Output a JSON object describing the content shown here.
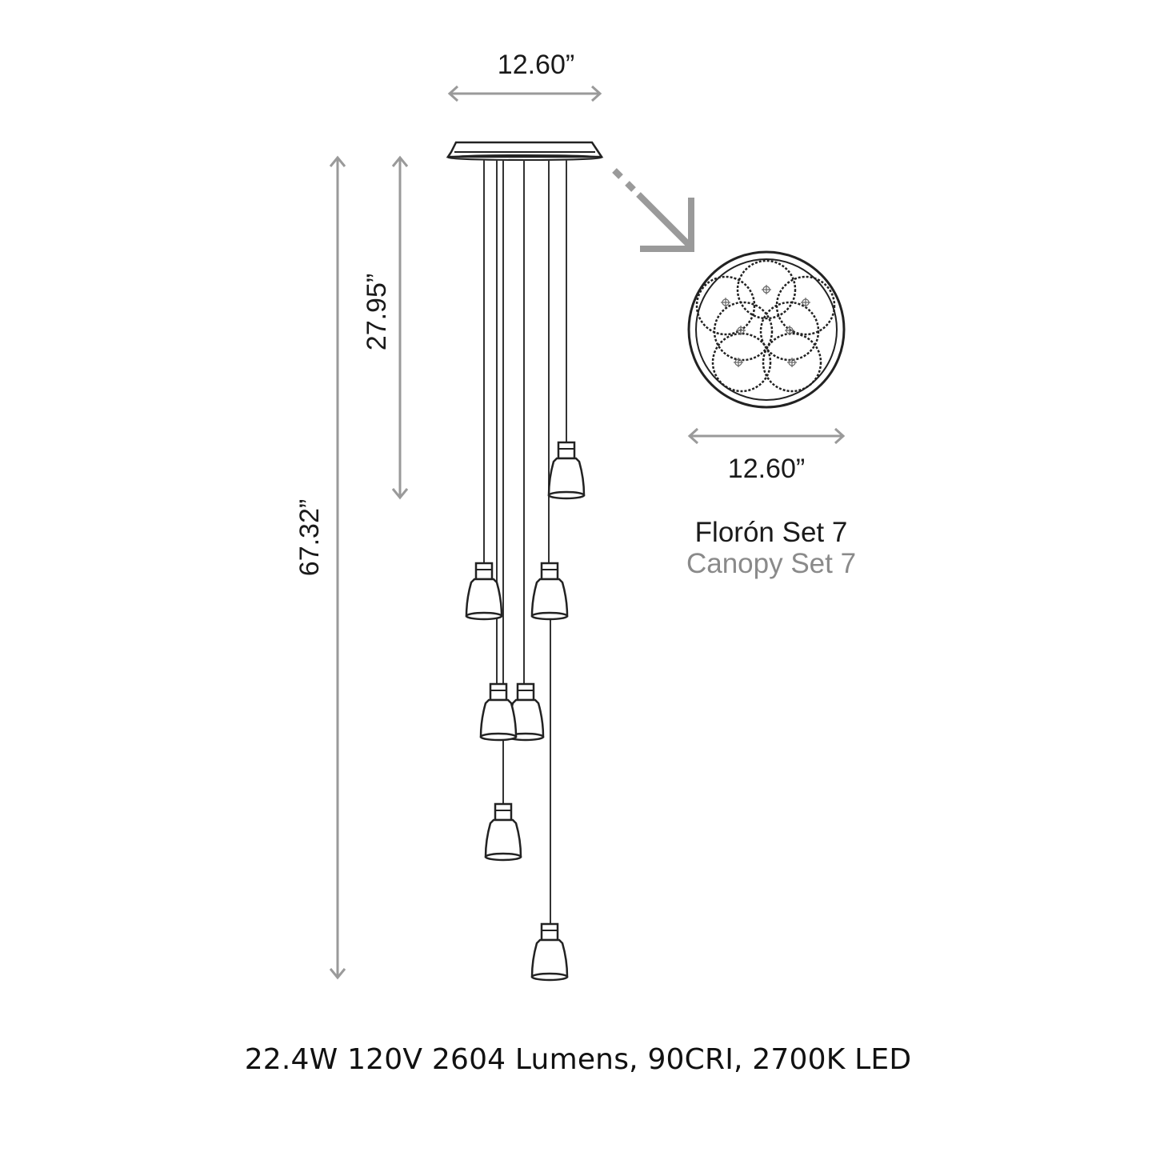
{
  "dimensions": {
    "canopy_width_top": "12.60”",
    "canopy_width_detail": "12.60”",
    "short_drop": "27.95”",
    "overall_height": "67.32”"
  },
  "detail": {
    "title": "Florón Set 7",
    "subtitle": "Canopy Set 7"
  },
  "spec_line": "22.4W 120V 2604 Lumens, 90CRI, 2700K LED",
  "colors": {
    "dimension_arrow": "#9a9a9a",
    "line": "#333333",
    "subtitle": "#8a8a8a"
  }
}
